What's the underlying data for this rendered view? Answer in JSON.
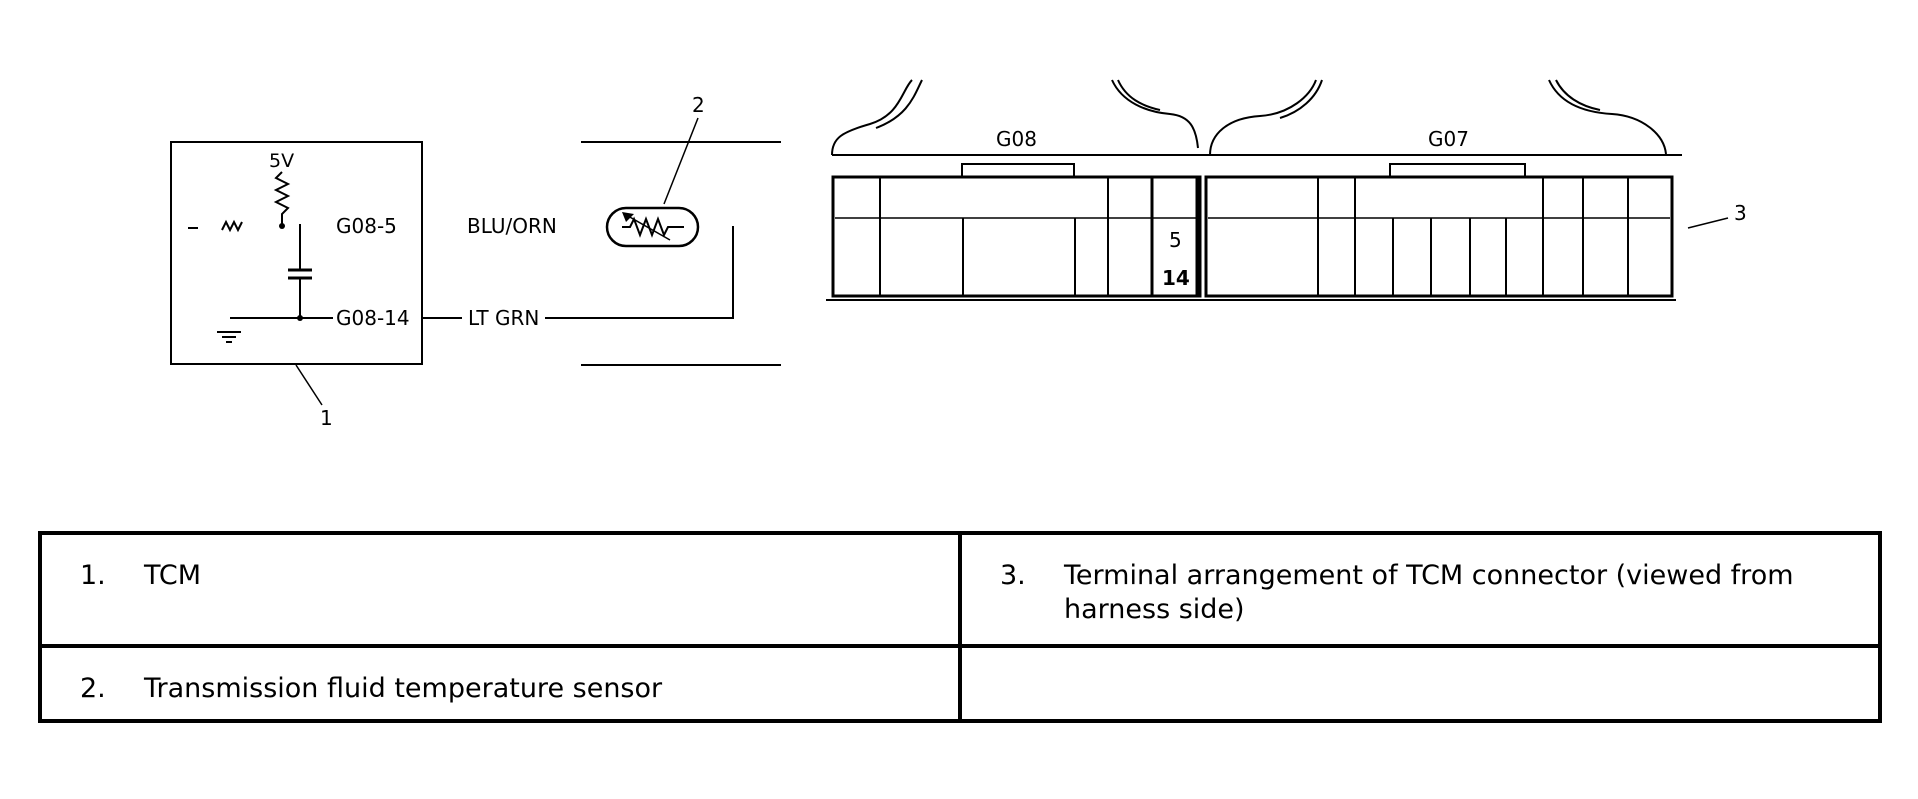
{
  "diagram": {
    "callouts": {
      "tcm": "1",
      "sensor": "2",
      "connector": "3"
    },
    "supply_voltage": "5V",
    "pin_labels": {
      "g08_5": "G08-5",
      "g08_14": "G08-14"
    },
    "wire_colors": {
      "blu_orn": "BLU/ORN",
      "lt_grn": "LT GRN"
    },
    "connector": {
      "left_name": "G08",
      "right_name": "G07",
      "terminal_upper": "5",
      "terminal_lower": "14"
    }
  },
  "legend": {
    "items": [
      {
        "num": "1.",
        "text": "TCM"
      },
      {
        "num": "3.",
        "text": "Terminal arrangement of TCM connector (viewed from harness side)"
      },
      {
        "num": "2.",
        "text": "Transmission fluid temperature sensor"
      },
      {
        "num": "",
        "text": ""
      }
    ]
  }
}
